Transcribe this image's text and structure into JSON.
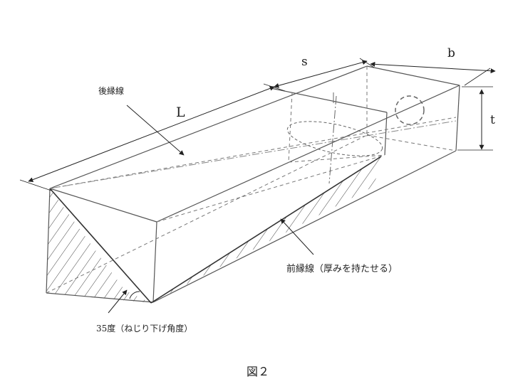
{
  "figure": {
    "caption": "図２"
  },
  "labels": {
    "trailing_edge": "後縁線",
    "leading_edge": "前縁線（厚みを持たせる）",
    "twist_angle": "35度（ねじり下げ角度）",
    "length": "L",
    "span_s": "s",
    "width_b": "b",
    "thickness_t": "t"
  }
}
